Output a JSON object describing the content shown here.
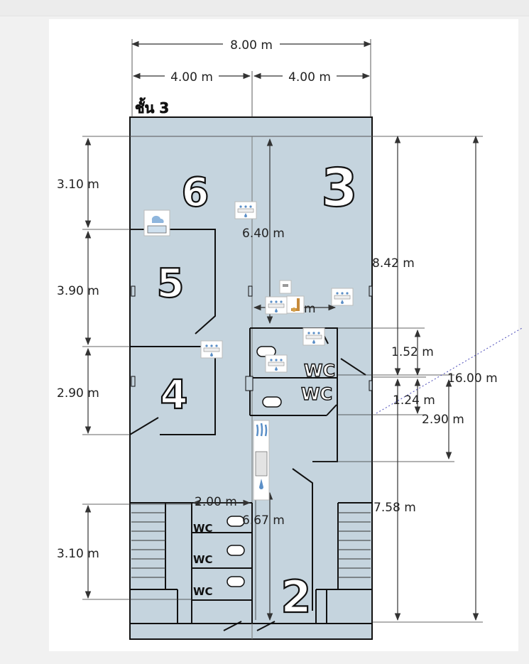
{
  "floor_label": "ชั้น 3",
  "dimensions": {
    "overall_width": "8.00 m",
    "left_half_width": "4.00 m",
    "right_half_width": "4.00 m",
    "room6_height": "3.10 m",
    "room5_height": "3.90 m",
    "room4_height": "2.90 m",
    "stair_bay_height": "3.10 m",
    "center_upper_depth": "6.40 m",
    "center_lower_depth": "6.67 m",
    "right_upper_depth": "8.42 m",
    "right_lower_depth": "7.58 m",
    "overall_depth": "16.00 m",
    "wc_depth_1": "1.52 m",
    "wc_depth_2": "1.24 m",
    "wc_zone_depth": "2.90 m",
    "corridor_width": "2.00 m",
    "partial_label": "m"
  },
  "rooms": {
    "room_6": "6",
    "room_5": "5",
    "room_4": "4",
    "room_3": "3",
    "room_2": "2"
  },
  "fixtures": {
    "wc_upper_1": "WC",
    "wc_upper_2": "WC",
    "wc_lower_1": "WC",
    "wc_lower_2": "WC",
    "wc_lower_3": "WC"
  },
  "colors": {
    "floor_fill": "#c5d4de",
    "wall": "#111111",
    "dimension": "#333333"
  }
}
